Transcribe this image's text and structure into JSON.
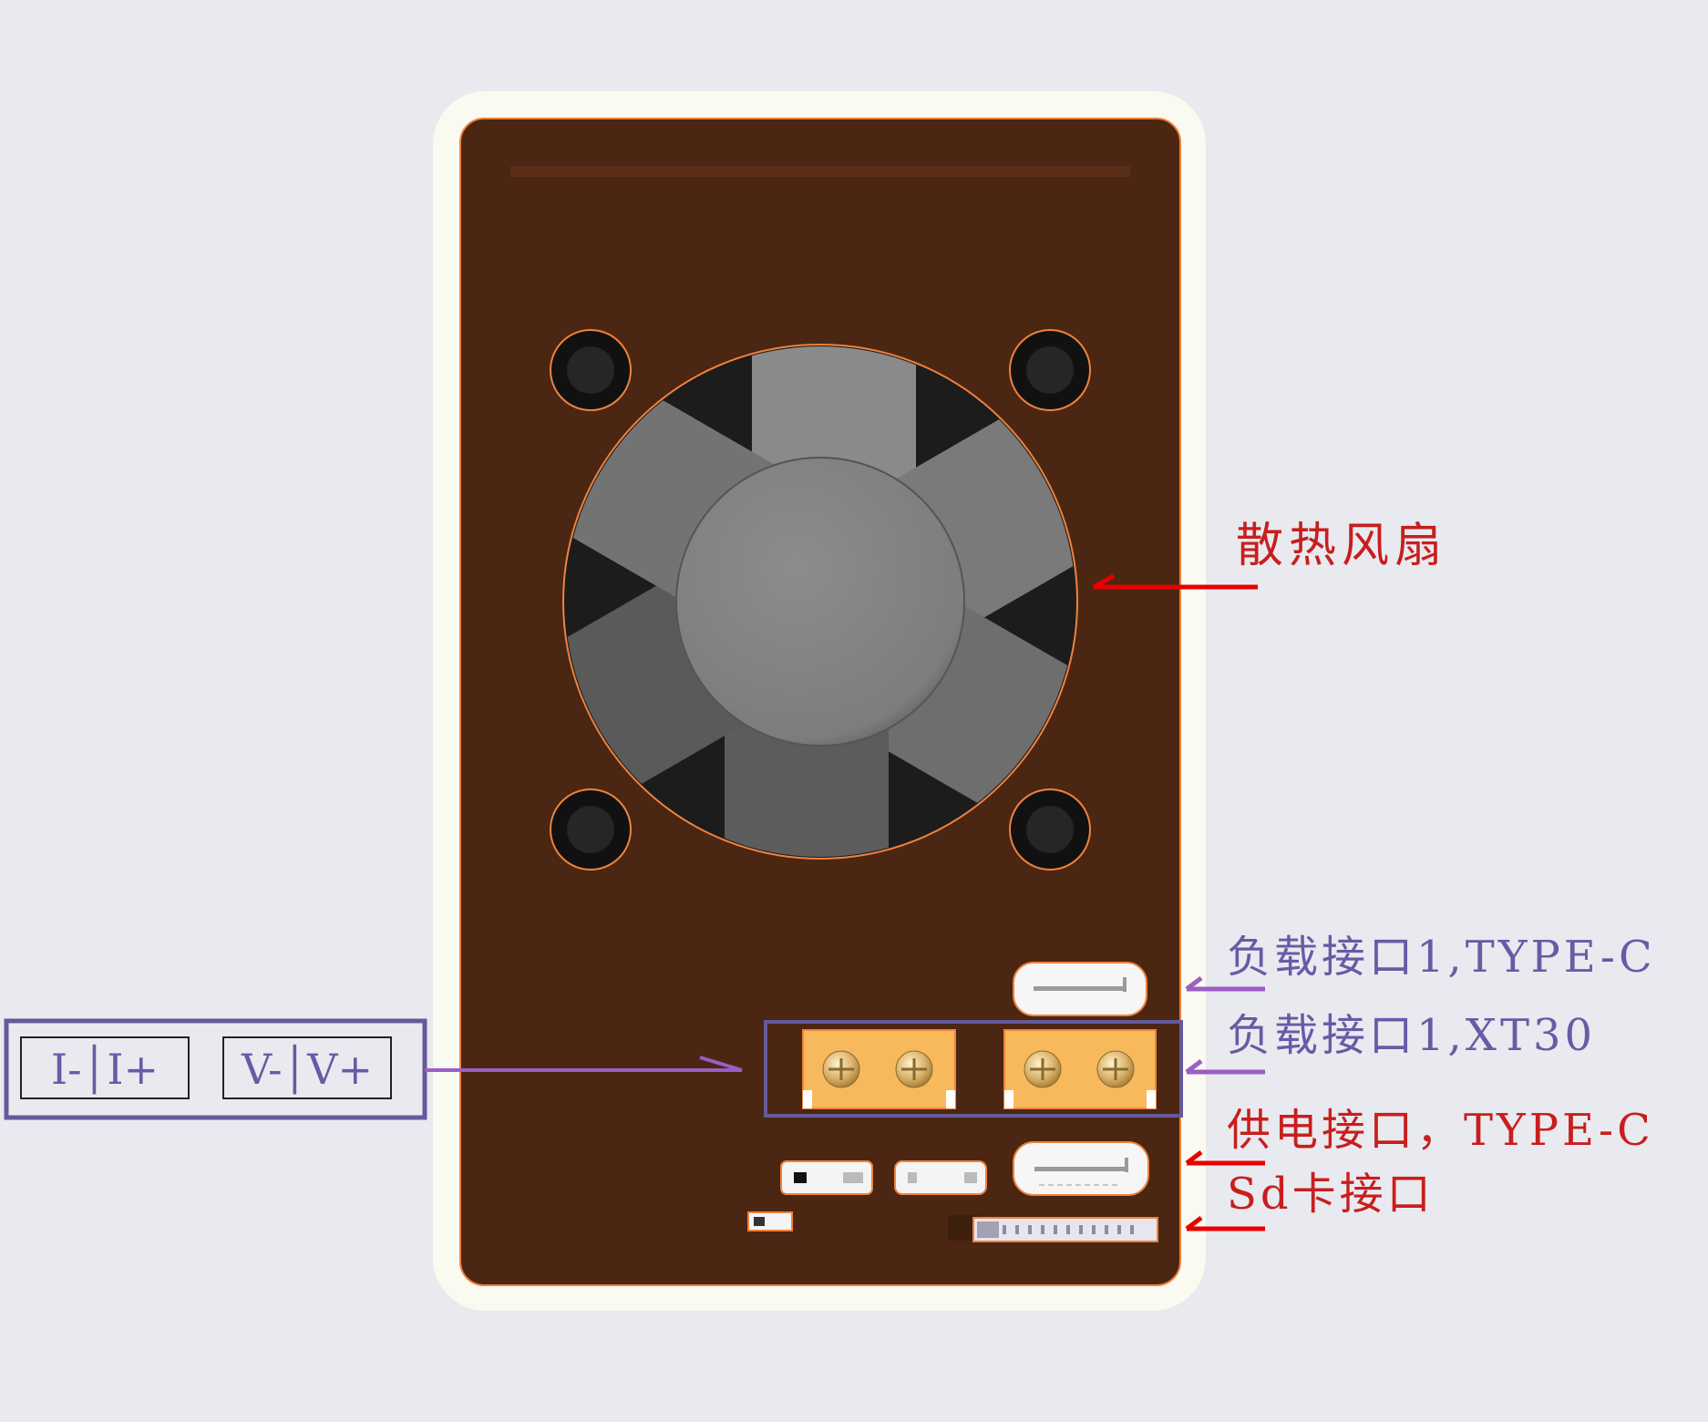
{
  "colors": {
    "background": "#e9eaef",
    "enclosure": "#fafaf0",
    "pcb": "#4b2612",
    "pcb_outline": "#f0823c",
    "red_label": "#c81e1e",
    "purple_label": "#6a5aa5",
    "purple_frame": "#655a9a",
    "red_arrow": "#e60000",
    "purple_arrow": "#9b5ec4",
    "xt30_body": "#f7b95c",
    "fan_light": "#8a8a8a",
    "fan_dark": "#5c5c5c",
    "fan_gap": "#1c1c1c"
  },
  "annotations": {
    "fan": "散热风扇",
    "load_typec": "负载接口1,TYPE-C",
    "load_xt30": "负载接口1,XT30",
    "power_typec": "供电接口，TYPE-C",
    "sd_card": "Sd卡接口"
  },
  "pin_header": {
    "current_pins": "I-│I+",
    "voltage_pins": "V-│V+"
  },
  "icons": {
    "fan": "fan-icon",
    "screw": "screw-icon",
    "connector": "connector-icon",
    "arrow": "arrow-icon"
  }
}
